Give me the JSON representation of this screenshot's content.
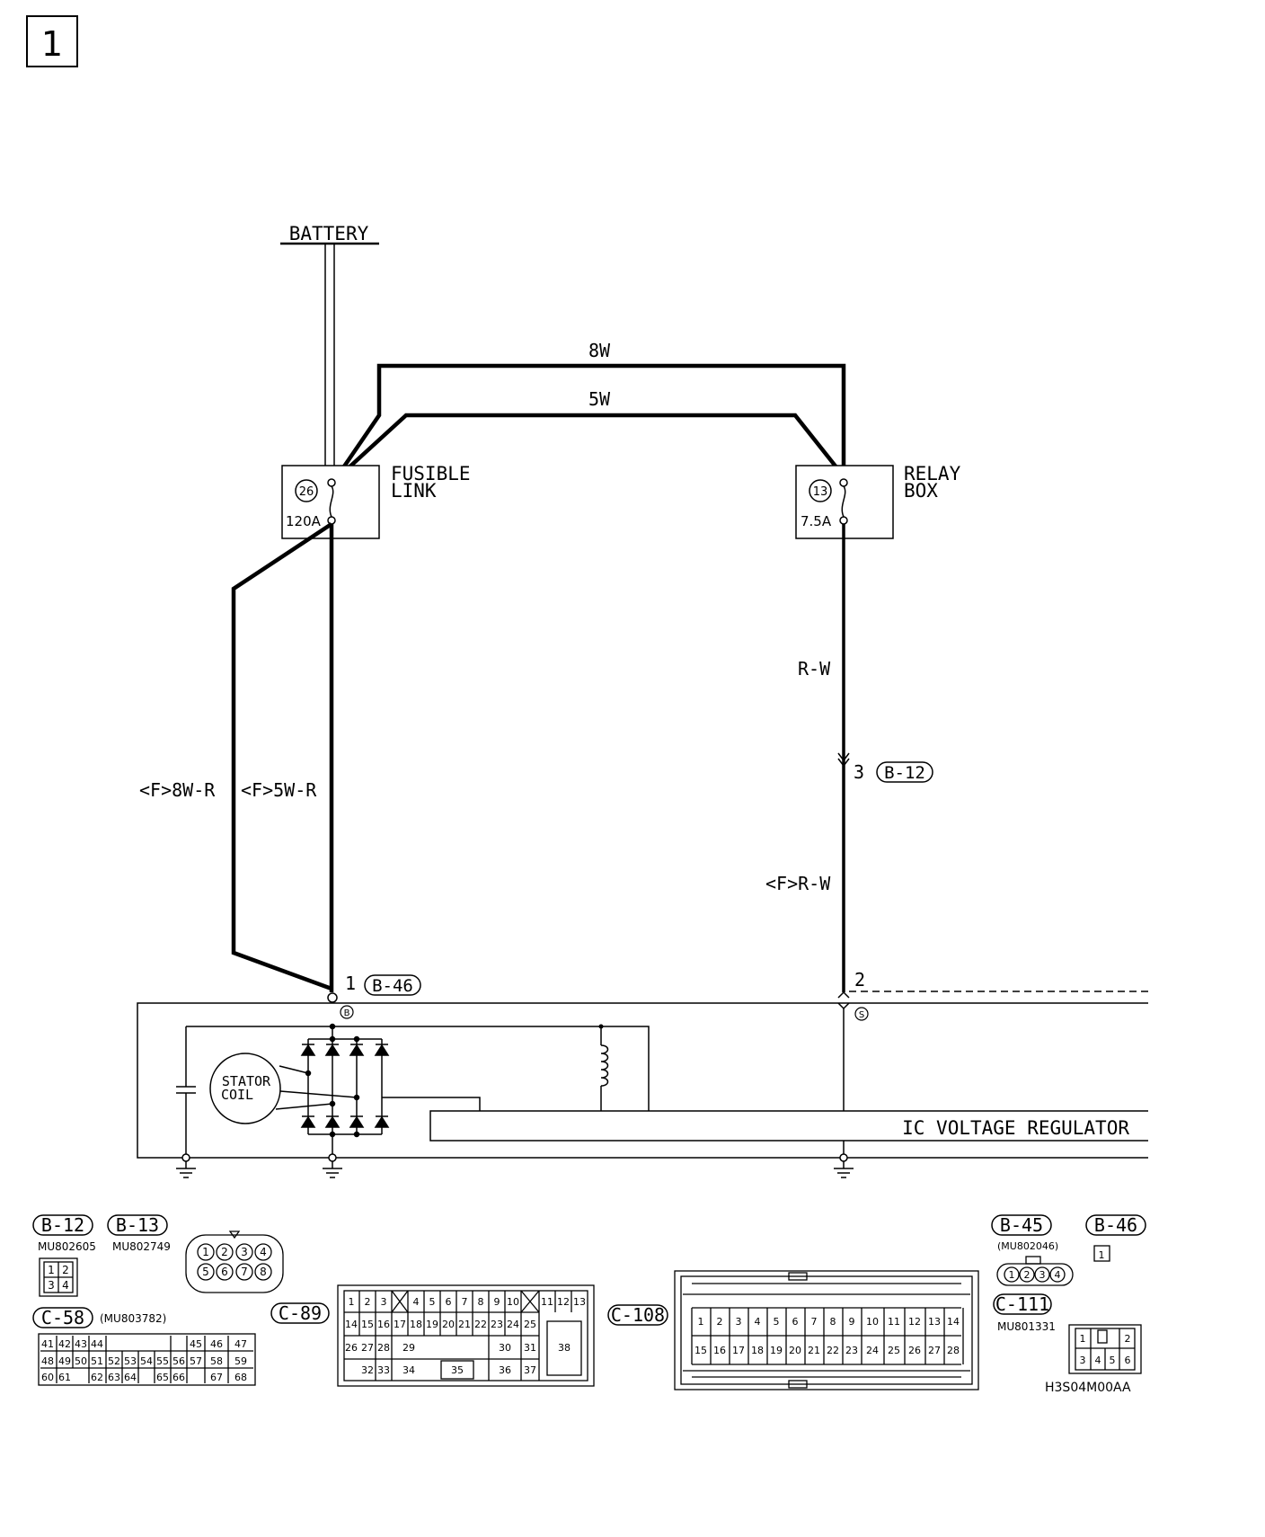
{
  "page_number": "1",
  "labels": {
    "battery": "BATTERY",
    "wire_8w": "8W",
    "wire_5w": "5W",
    "fusible_link_line1": "FUSIBLE",
    "fusible_link_line2": "LINK",
    "fusible_link_num": "26",
    "fusible_link_rating": "120A",
    "relay_box_line1": "RELAY",
    "relay_box_line2": "BOX",
    "relay_box_num": "13",
    "relay_box_rating": "7.5A",
    "wire_rw": "R-W",
    "wire_f_rw": "<F>R-W",
    "wire_f_8wr": "<F>8W-R",
    "wire_f_5wr": "<F>5W-R",
    "b12_pin": "3",
    "b12_conn": "B-12",
    "b46_pin": "1",
    "b46_conn": "B-46",
    "s_pin": "2",
    "term_b": "B",
    "term_s": "S",
    "stator_line1": "STATOR",
    "stator_line2": "COIL",
    "regulator": "IC VOLTAGE REGULATOR"
  },
  "connectors": {
    "b12": {
      "name": "B-12",
      "part": "MU802605"
    },
    "b13": {
      "name": "B-13",
      "part": "MU802749"
    },
    "c58": {
      "name": "C-58",
      "part": "(MU803782)"
    },
    "c89": {
      "name": "C-89"
    },
    "c108": {
      "name": "C-108"
    },
    "b45": {
      "name": "B-45",
      "part": "(MU802046)"
    },
    "b46": {
      "name": "B-46",
      "pin": "1"
    },
    "c111": {
      "name": "C-111",
      "part": "MU801331"
    }
  },
  "code": "H3S04M00AA"
}
